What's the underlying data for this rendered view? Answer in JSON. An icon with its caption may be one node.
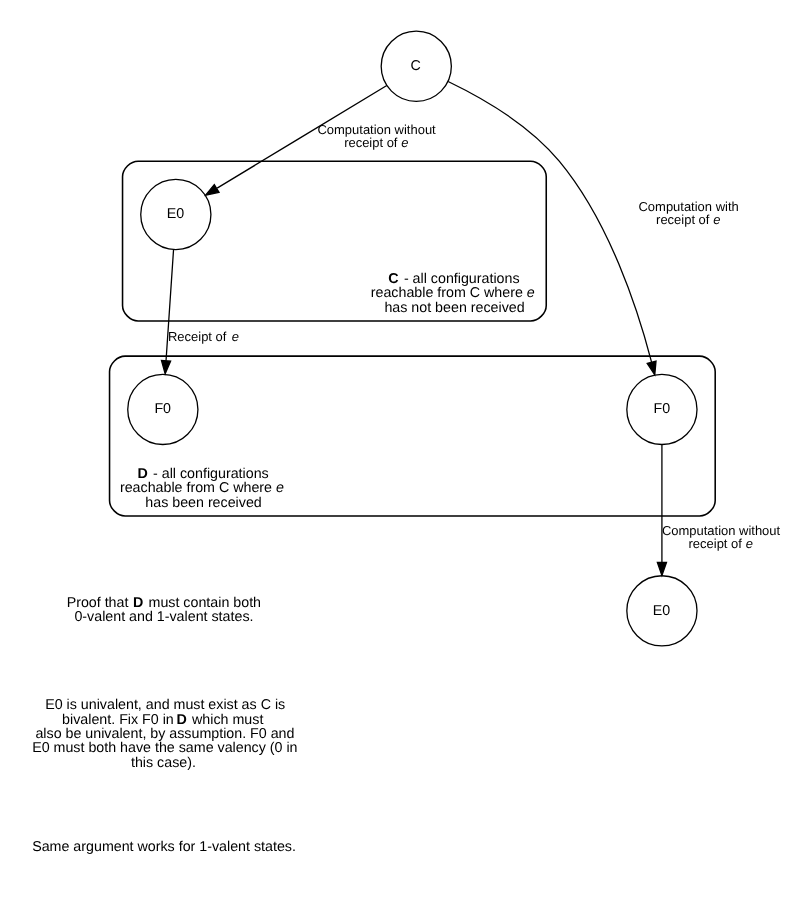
{
  "diagram": {
    "nodes": [
      {
        "text": [
          "C"
        ]
      },
      {
        "text": [
          "**C** - all configurations reachable from C where *e* has not been received"
        ]
      },
      {
        "text": [
          "E0"
        ],
        "in": 1
      },
      {
        "text": [
          "**D** - all configurations reachable from C where *e* has been received"
        ]
      },
      {
        "text": [
          "F0"
        ],
        "in": 3
      },
      {
        "text": [
          "F0"
        ],
        "in": 3
      },
      {
        "text": [
          "E0"
        ]
      }
    ],
    "edges": [
      {
        "from": 0,
        "to": 2,
        "arrow": "to",
        "label": "Computation without receipt of *e*"
      },
      {
        "from": 0,
        "to": 5,
        "arrow": "to",
        "label": "Computation with receipt of *e*"
      },
      {
        "from": 2,
        "to": 4,
        "arrow": "to",
        "label": "Receipt of *e*"
      },
      {
        "from": 5,
        "to": 6,
        "arrow": "to",
        "label": "Computation without receipt of *e*"
      }
    ],
    "labels": [
      "Proof that **D** must contain both 0-valent and 1-valent states.",
      "E0 is univalent, and must exist as C is bivalent. Fix F0 in **D** which must also be univalent, by assumption. F0 and E0 must both have the same valency (0 in this case).",
      "Same argument works for 1-valent states."
    ]
  }
}
